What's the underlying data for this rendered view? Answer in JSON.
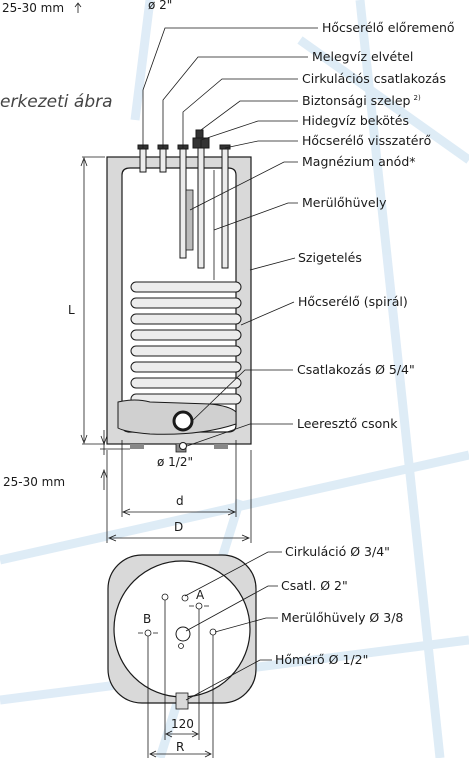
{
  "top_left_dim": "25-30 mm",
  "top_dia_fragment": "ø 2\"",
  "section_title": "erkezeti ábra",
  "labels": [
    "Hőcserélő előremenő",
    "Melegvíz elvétel",
    "Cirkulációs csatlakozás",
    "Biztonsági szelep",
    "Hidegvíz bekötés",
    "Hőcserélő visszatérő",
    "Magnézium anód*",
    "Merülőhüvely",
    "Szigetelés",
    "Hőcserélő (spirál)",
    "Csatlakozás Ø 5/4\"",
    "Leeresztő csonk"
  ],
  "safety_valve_note": "2)",
  "dims": {
    "height": "L",
    "foot": "25-30 mm",
    "drain_dia": "ø 1/2\"",
    "inner_dia": "d",
    "outer_dia": "D"
  },
  "top_view": {
    "labels": [
      "Cirkuláció Ø 3/4\"",
      "Csatl. Ø 2\"",
      "Merülőhüvely Ø 3/8",
      "Hőmérő Ø 1/2\""
    ],
    "marker_a": "A",
    "marker_b": "B",
    "dim_120": "120",
    "dim_r": "R"
  },
  "colors": {
    "insulation": "#d9d9d9",
    "line": "#1a1a1a",
    "background_grid": "#dbeaf6"
  }
}
